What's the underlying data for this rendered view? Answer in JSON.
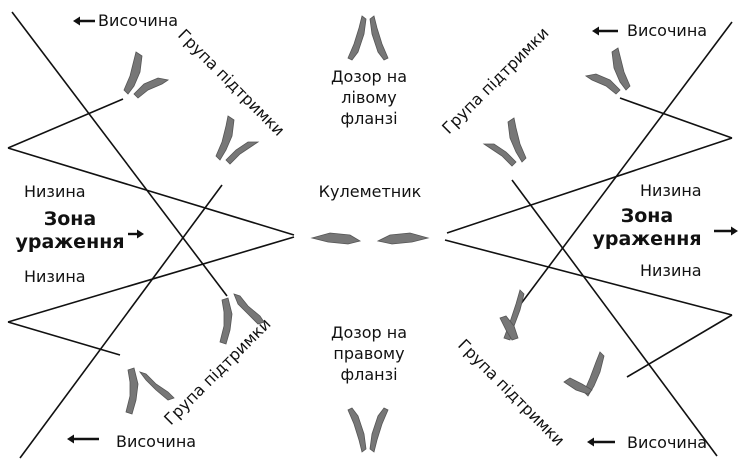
{
  "colors": {
    "ink": "#111111",
    "figure": "#555555",
    "background": "#ffffff"
  },
  "icons": {
    "arrow": "arrow-icon",
    "soldier": "soldier-icon"
  },
  "top_left": {
    "elevation": "Височина",
    "group": "Група підтримки"
  },
  "top_right": {
    "elevation": "Височина",
    "group": "Група підтримки"
  },
  "bottom_left": {
    "elevation": "Височина",
    "group": "Група підтримки"
  },
  "bottom_right": {
    "elevation": "Височина",
    "group": "Група підтримки"
  },
  "left_zone": {
    "lowland_top": "Низина",
    "kill_zone_line1": "Зона",
    "kill_zone_line2": "ураження",
    "lowland_bottom": "Низина"
  },
  "right_zone": {
    "lowland_top": "Низина",
    "kill_zone_line1": "Зона",
    "kill_zone_line2": "ураження",
    "lowland_bottom": "Низина"
  },
  "center": {
    "left_flank_1": "Дозор на",
    "left_flank_2": "лівому",
    "left_flank_3": "фланзі",
    "gunner": "Кулеметник",
    "right_flank_1": "Дозор на",
    "right_flank_2": "правому",
    "right_flank_3": "фланзі"
  }
}
